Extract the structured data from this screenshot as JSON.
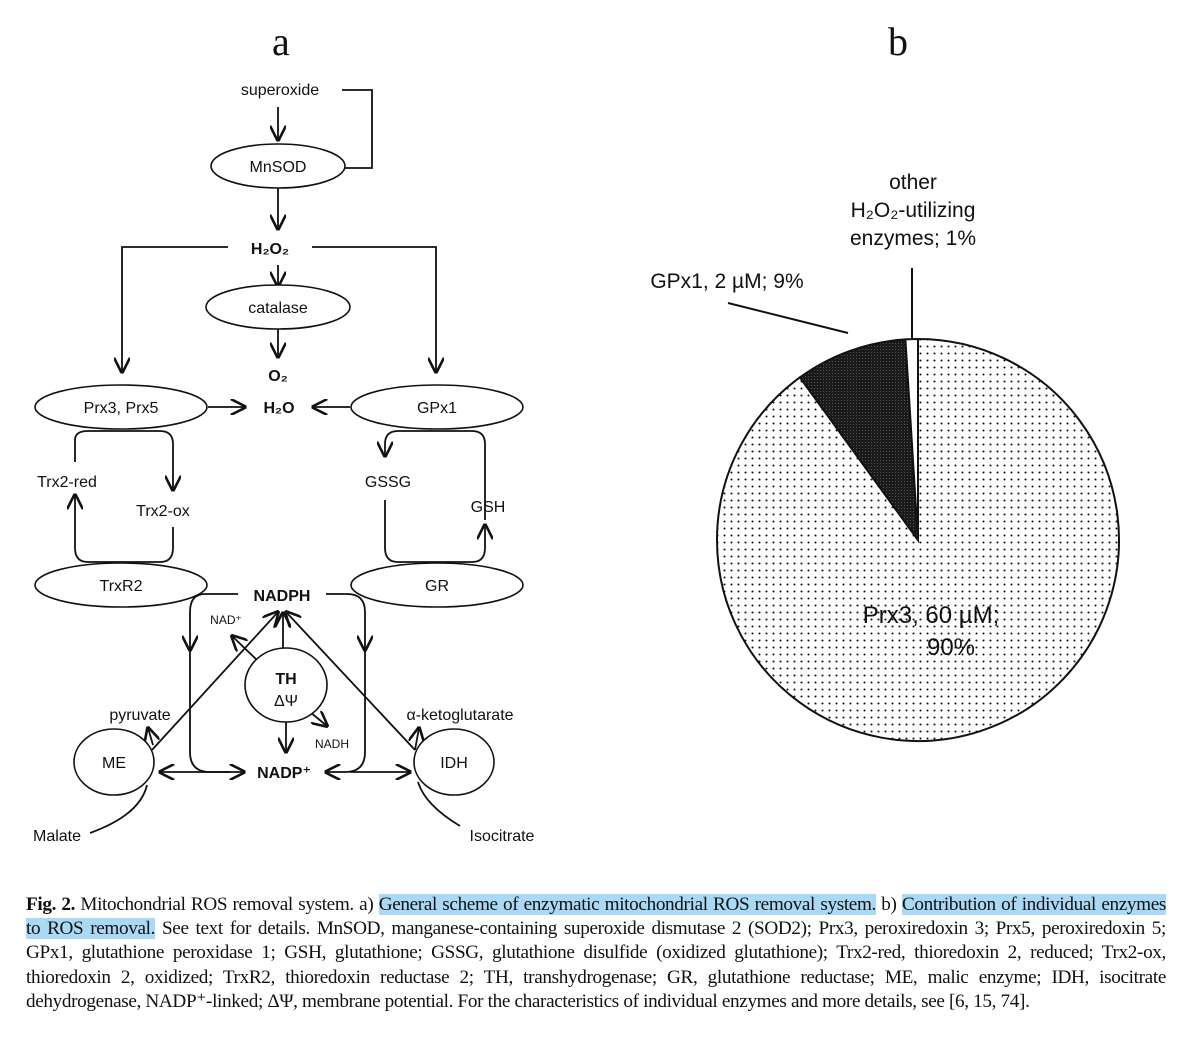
{
  "figure": {
    "panel_a_label": "a",
    "panel_b_label": "b"
  },
  "diagram": {
    "nodes": {
      "superoxide": "superoxide",
      "mnsod": "MnSOD",
      "h2o2": "H₂O₂",
      "catalase": "catalase",
      "o2": "O₂",
      "h2o": "H₂O",
      "prx": "Prx3, Prx5",
      "gpx1": "GPx1",
      "trx2_red": "Trx2-red",
      "trx2_ox": "Trx2-ox",
      "gssg": "GSSG",
      "gsh": "GSH",
      "trxr2": "TrxR2",
      "gr": "GR",
      "nadph": "NADPH",
      "nad_plus": "NAD⁺",
      "th": "TH",
      "delta_psi": "ΔΨ",
      "nadh": "NADH",
      "nadp_plus": "NADP⁺",
      "pyruvate": "pyruvate",
      "me": "ME",
      "malate": "Malate",
      "alpha_kg": "α-ketoglutarate",
      "idh": "IDH",
      "isocitrate": "Isocitrate"
    }
  },
  "chart_data": {
    "type": "pie",
    "title": "Contribution of individual enzymes to ROS removal",
    "slices": [
      {
        "name": "Prx3",
        "concentration": "60 µM",
        "percent": 90,
        "label_line1": "Prx3, 60 µM;",
        "label_line2": "90%",
        "fill": "dotted-light"
      },
      {
        "name": "GPx1",
        "concentration": "2 µM",
        "percent": 9,
        "label": "GPx1, 2 µM; 9%",
        "fill": "dark"
      },
      {
        "name": "other H2O2-utilizing enzymes",
        "percent": 1,
        "label_line1": "other",
        "label_line2": "H₂O₂-utilizing",
        "label_line3": "enzymes; 1%",
        "fill": "white"
      }
    ],
    "start": "12 o'clock, slices proceed counter-clockwise from Prx3 end: other (1%) then GPx1 (9%)"
  },
  "caption": {
    "fig_label": "Fig. 2.",
    "part1": " Mitochondrial ROS removal system. a) ",
    "highlight1": "General scheme of enzymatic mitochondrial ROS removal system.",
    "part2": " b) ",
    "highlight2": "Contribution of individual enzymes to ROS removal.",
    "part3": " See text for details. MnSOD, manganese-containing superoxide dismutase 2 (SOD2); Prx3, peroxiredoxin 3; Prx5, peroxiredoxin 5; GPx1, glutathione peroxidase 1; GSH, glutathione; GSSG, glutathione disulfide (oxidized glutathione); Trx2-red, thioredoxin 2, reduced; Trx2-ox, thioredoxin 2, oxidized; TrxR2, thioredoxin reductase 2; TH, transhydrogenase; GR, glutathione reductase; ME, malic enzyme; IDH, isocitrate dehydrogenase, NADP⁺-linked; ΔΨ, membrane potential. For the characteristics of individual enzymes and more details, see [6, 15, 74]."
  },
  "colors": {
    "highlight": "#a9d9f5",
    "ink": "#111111",
    "gpx_slice": "#1e1e1e"
  }
}
